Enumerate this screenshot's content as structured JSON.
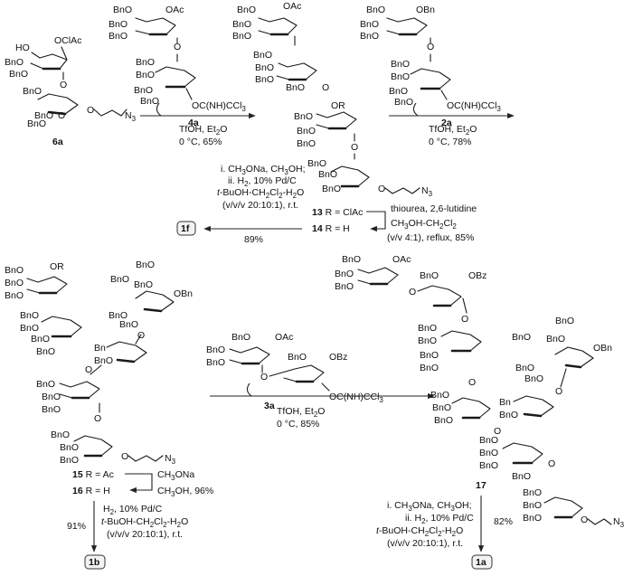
{
  "compounds": {
    "6a": "6a",
    "4a": "4a",
    "2a": "2a",
    "3a": "3a",
    "13": "13",
    "14": "14",
    "15": "15",
    "16": "16",
    "17": "17",
    "1f": "1f",
    "1b": "1b",
    "1a": "1a"
  },
  "substituents": {
    "ho": "HO",
    "bno": "BnO",
    "bn": "Bn",
    "bno_top": "BnO",
    "oclac": "OClAc",
    "oac": "OAc",
    "obn": "OBn",
    "obz": "OBz",
    "or": "OR",
    "o": "O",
    "azide": "N",
    "azide_sub": "3",
    "trichloro": "OC(NH)CCl",
    "trichloro_sub": "3"
  },
  "conditions": {
    "step1": {
      "line1": "TfOH, Et",
      "line1_sub": "2",
      "line1_end": "O",
      "line2": "0 °C, 65%"
    },
    "step2": {
      "line1": "TfOH, Et",
      "line1_sub": "2",
      "line1_end": "O",
      "line2": "0 °C, 78%"
    },
    "step3": {
      "line1": "i. CH",
      "line1_sub": "3",
      "line1_rest": "ONa, CH",
      "line1_sub2": "3",
      "line1_end": "OH;",
      "line2": "ii. H",
      "line2_sub": "2",
      "line2_end": ", 10% Pd/C",
      "line3": "t",
      "line3_rest": "-BuOH-CH",
      "line3_sub": "2",
      "line3_mid": "Cl",
      "line3_sub2": "2",
      "line3_end": "-H",
      "line3_sub3": "2",
      "line3_tail": "O",
      "line4": "(v/v/v 20:10:1), r.t.",
      "yield": "89%"
    },
    "step4": {
      "line1": "thiourea, 2,6-lutidine",
      "line2": "CH",
      "line2_sub": "3",
      "line2_mid": "OH-CH",
      "line2_sub2": "2",
      "line2_mid2": "Cl",
      "line2_sub3": "2",
      "line3": "(v/v 4:1), reflux, 85%"
    },
    "step5": {
      "line1": "TfOH, Et",
      "line1_sub": "2",
      "line1_end": "O",
      "line2": "0 °C, 85%"
    },
    "step6": {
      "reagent": "CH",
      "reagent_sub": "3",
      "reagent_end": "ONa",
      "solvent": "CH",
      "solvent_sub": "3",
      "solvent_end": "OH, 96%"
    },
    "step7": {
      "line1": "H",
      "line1_sub": "2",
      "line1_end": ", 10% Pd/C",
      "line2": "t",
      "line2_rest": "-BuOH-CH",
      "line2_sub": "2",
      "line2_mid": "Cl",
      "line2_sub2": "2",
      "line2_end": "-H",
      "line2_sub3": "2",
      "line2_tail": "O",
      "line3": "(v/v/v 20:10:1), r.t.",
      "yield": "91%"
    },
    "step8": {
      "line1": "i. CH",
      "line1_sub": "3",
      "line1_rest": "ONa, CH",
      "line1_sub2": "3",
      "line1_end": "OH;",
      "line2": "ii. H",
      "line2_sub": "2",
      "line2_end": ", 10% Pd/C",
      "line3": "t",
      "line3_rest": "-BuOH-CH",
      "line3_sub": "2",
      "line3_mid": "Cl",
      "line3_sub2": "2",
      "line3_end": "-H",
      "line3_sub3": "2",
      "line3_tail": "O",
      "line4": "(v/v/v 20:10:1), r.t.",
      "yield": "82%"
    }
  },
  "r_groups": {
    "r13": "R = ClAc",
    "r14": "R = H",
    "r15": "R = Ac",
    "r16": "R = H"
  }
}
